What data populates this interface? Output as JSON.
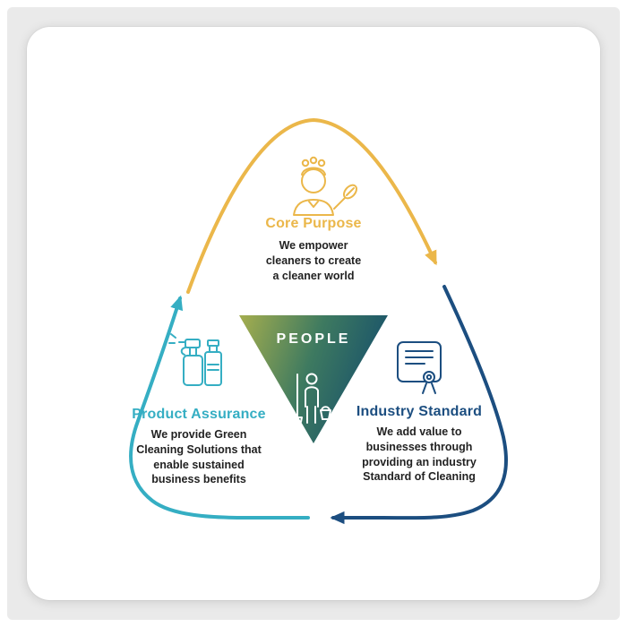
{
  "window": {
    "background_color": "#eaeaea",
    "card_background_color": "#ffffff"
  },
  "diagram": {
    "center_label": "PEOPLE",
    "center_icon": "cleaner-with-mop-icon",
    "colors": {
      "core": "#EBB74A",
      "product": "#35AEC3",
      "industry": "#1C4E80",
      "body_text": "#222222",
      "center_text": "#ffffff"
    },
    "gradient": {
      "start": "#9FAB4F",
      "mid": "#3E7A60",
      "end": "#17506B"
    },
    "sections": [
      {
        "title": "Core Purpose",
        "description": "We empower\ncleaners to create\na cleaner world",
        "icon": "cleaning-lady-duster-icon"
      },
      {
        "title": "Product Assurance",
        "description": "We provide Green\nCleaning Solutions that\nenable sustained\nbusiness benefits",
        "icon": "cleaning-bottles-icon"
      },
      {
        "title": "Industry Standard",
        "description": "We add value to\nbusinesses through\nproviding an industry\nStandard of Cleaning",
        "icon": "certificate-icon"
      }
    ]
  }
}
